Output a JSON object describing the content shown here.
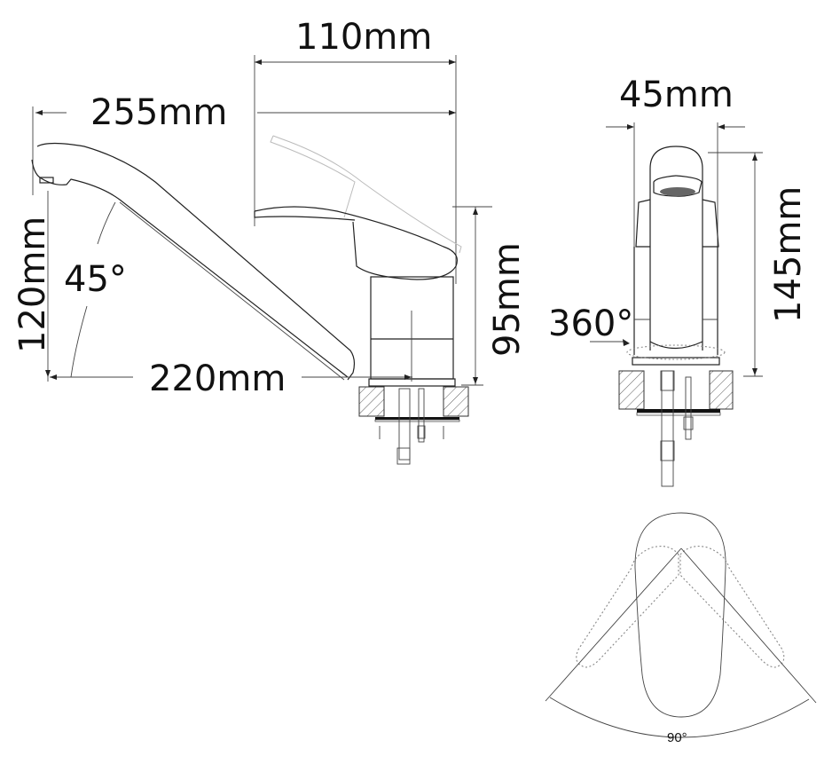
{
  "diagram": {
    "subject": "single-lever kitchen faucet dimension drawing",
    "side_view": {
      "dimensions": {
        "handle_width": "110mm",
        "reach": "255mm",
        "spout_height": "120mm",
        "spout_angle": "45°",
        "spout_projection": "220mm",
        "body_height": "95mm"
      }
    },
    "front_view": {
      "dimensions": {
        "body_width": "45mm",
        "total_height": "145mm",
        "swivel": "360°"
      }
    },
    "top_view": {
      "dimensions": {
        "handle_rotation": "90°"
      }
    },
    "colors": {
      "line": "#222222",
      "background": "#ffffff"
    }
  }
}
